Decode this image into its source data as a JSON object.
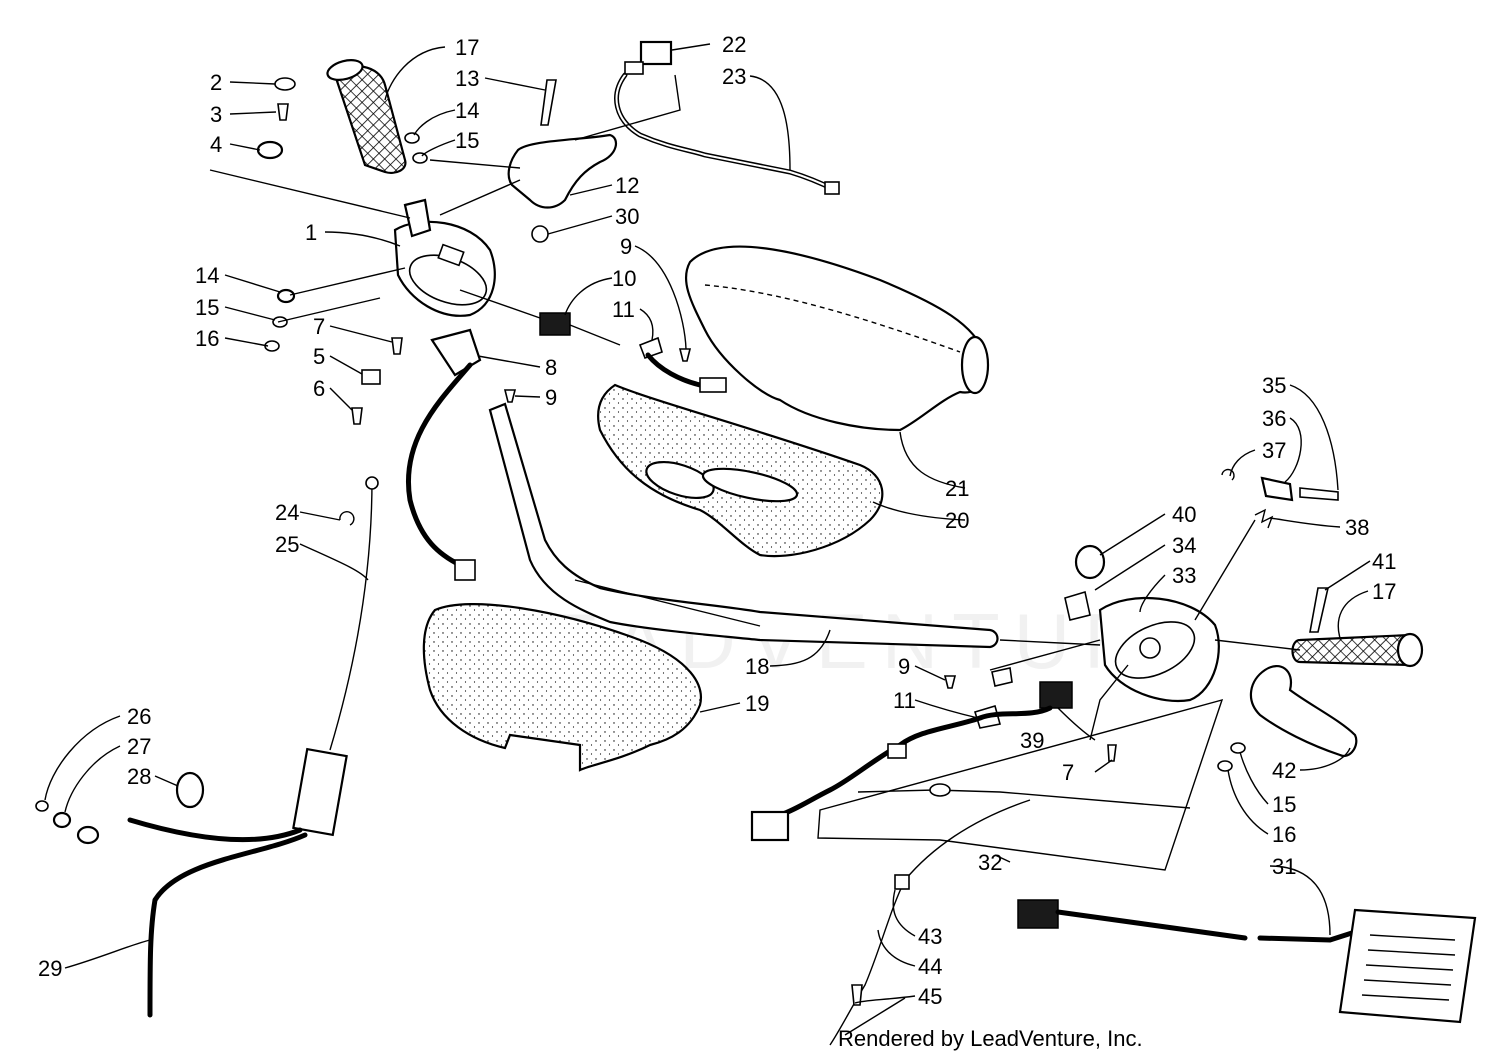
{
  "watermark": "LEADVENTURE",
  "credit": "Rendered by LeadVenture, Inc.",
  "callouts": {
    "c1": "1",
    "c2": "2",
    "c3": "3",
    "c4": "4",
    "c5": "5",
    "c6": "6",
    "c7a": "7",
    "c7b": "7",
    "c8": "8",
    "c9a": "9",
    "c9b": "9",
    "c9c": "9",
    "c10": "10",
    "c11a": "11",
    "c11b": "11",
    "c12": "12",
    "c13": "13",
    "c14a": "14",
    "c14b": "14",
    "c15a": "15",
    "c15b": "15",
    "c15c": "15",
    "c16a": "16",
    "c16b": "16",
    "c17a": "17",
    "c17b": "17",
    "c18": "18",
    "c19": "19",
    "c20": "20",
    "c21": "21",
    "c22": "22",
    "c23": "23",
    "c24": "24",
    "c25": "25",
    "c26": "26",
    "c27": "27",
    "c28": "28",
    "c29": "29",
    "c30": "30",
    "c31": "31",
    "c32": "32",
    "c33": "33",
    "c34": "34",
    "c35": "35",
    "c36": "36",
    "c37": "37",
    "c38": "38",
    "c39": "39",
    "c40": "40",
    "c41": "41",
    "c42": "42",
    "c43": "43",
    "c44": "44",
    "c45": "45"
  }
}
